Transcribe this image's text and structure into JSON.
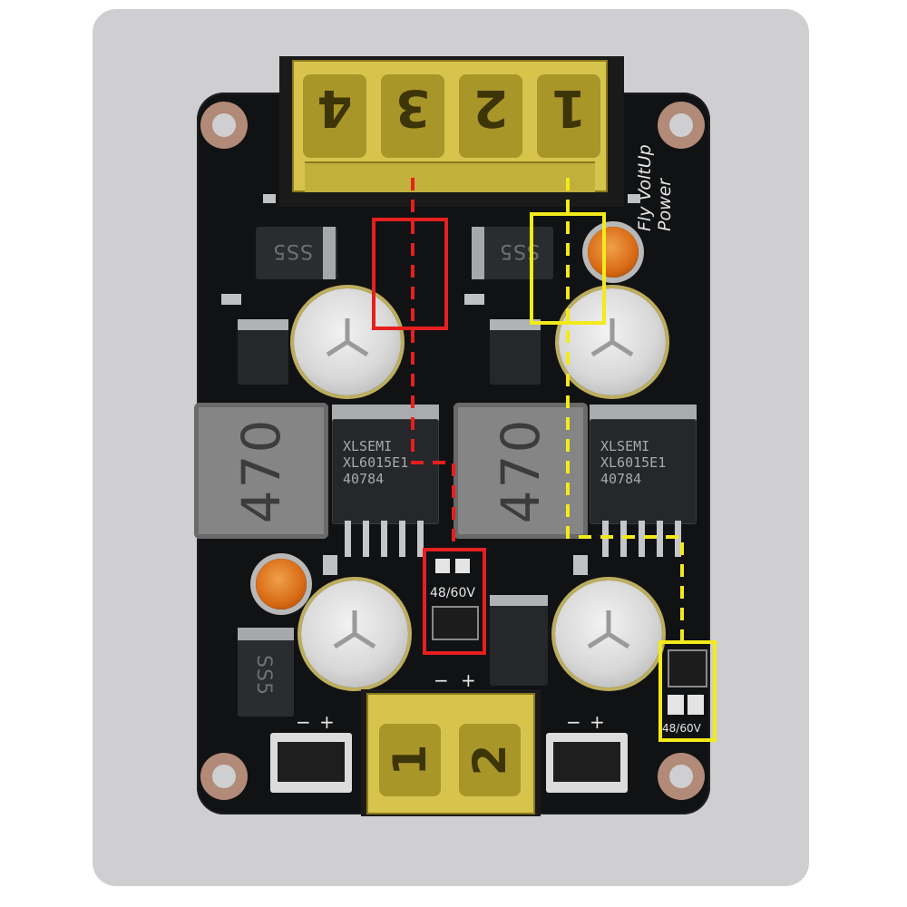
{
  "colors": {
    "frame": "#cfcfd1",
    "pcb": "#111214",
    "terminal_cover": "#d6c44c",
    "highlight_red": "#e61f1f",
    "highlight_yellow": "#f2ea1a"
  },
  "board": {
    "brand_text": "Fly VoltUp Power"
  },
  "top_terminal": {
    "positions": [
      "4",
      "3",
      "2",
      "1"
    ]
  },
  "bottom_terminal": {
    "positions": [
      "1",
      "2"
    ]
  },
  "inductors": [
    {
      "marking": "470"
    },
    {
      "marking": "470"
    }
  ],
  "ics": [
    {
      "line1": "XLSEMI",
      "line2": "XL6015E1",
      "line3": "40784"
    },
    {
      "line1": "XLSEMI",
      "line2": "XL6015E1",
      "line3": "40784"
    }
  ],
  "diodes": [
    {
      "marking": "SS5"
    },
    {
      "marking": "SS5"
    },
    {
      "marking": "SS5"
    }
  ],
  "jumpers": [
    {
      "label": "48/60V"
    },
    {
      "label": "48/60V"
    }
  ],
  "polarity_marks": {
    "minus": "−",
    "plus": "+"
  },
  "icons": {
    "dash_path": "dashed-trace-line",
    "mounting_hole": "mounting-hole-icon"
  }
}
